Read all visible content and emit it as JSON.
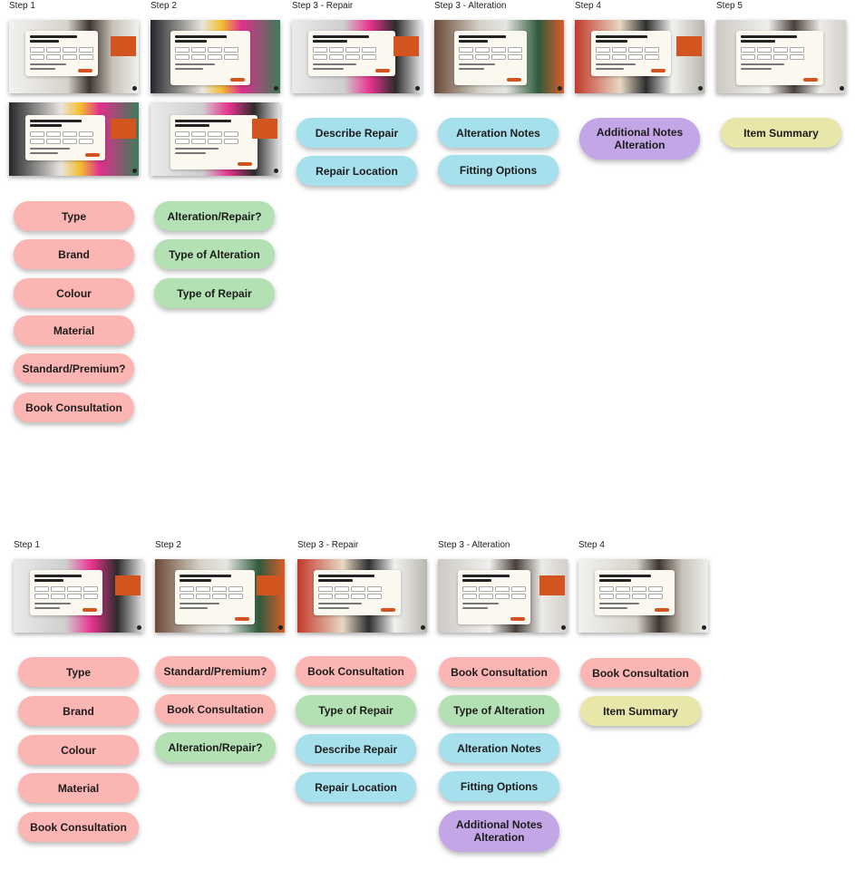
{
  "colors": {
    "pink": "#fbb5b3",
    "green": "#b4e1b3",
    "blue": "#a6e0ec",
    "purple": "#c3a6e6",
    "yellow": "#e8e6a9",
    "accent": "#d2541f",
    "card": "#fbf8ef"
  },
  "flows": [
    {
      "columns": [
        {
          "label": "Step 1",
          "pills": [
            {
              "text": "Type",
              "color": "pink"
            },
            {
              "text": "Brand",
              "color": "pink"
            },
            {
              "text": "Colour",
              "color": "pink"
            },
            {
              "text": "Material",
              "color": "pink"
            },
            {
              "text": "Standard/Premium?",
              "color": "pink"
            },
            {
              "text": "Book Consultation",
              "color": "pink"
            }
          ]
        },
        {
          "label": "Step 2",
          "pills": [
            {
              "text": "Alteration/Repair?",
              "color": "green"
            },
            {
              "text": "Type of Alteration",
              "color": "green"
            },
            {
              "text": "Type of Repair",
              "color": "green"
            }
          ]
        },
        {
          "label": "Step 3 - Repair",
          "pills": [
            {
              "text": "Describe Repair",
              "color": "blue"
            },
            {
              "text": "Repair Location",
              "color": "blue"
            }
          ]
        },
        {
          "label": "Step 3 - Alteration",
          "pills": [
            {
              "text": "Alteration Notes",
              "color": "blue"
            },
            {
              "text": "Fitting Options",
              "color": "blue"
            }
          ]
        },
        {
          "label": "Step 4",
          "pills": [
            {
              "text": "Additional Notes Alteration",
              "color": "purple"
            }
          ]
        },
        {
          "label": "Step 5",
          "pills": [
            {
              "text": "Item Summary",
              "color": "yellow"
            }
          ]
        }
      ]
    },
    {
      "columns": [
        {
          "label": "Step 1",
          "pills": [
            {
              "text": "Type",
              "color": "pink"
            },
            {
              "text": "Brand",
              "color": "pink"
            },
            {
              "text": "Colour",
              "color": "pink"
            },
            {
              "text": "Material",
              "color": "pink"
            },
            {
              "text": "Book Consultation",
              "color": "pink"
            }
          ]
        },
        {
          "label": "Step 2",
          "pills": [
            {
              "text": "Standard/Premium?",
              "color": "pink"
            },
            {
              "text": "Book Consultation",
              "color": "pink"
            },
            {
              "text": "Alteration/Repair?",
              "color": "green"
            }
          ]
        },
        {
          "label": "Step 3 - Repair",
          "pills": [
            {
              "text": "Book Consultation",
              "color": "pink"
            },
            {
              "text": "Type of Repair",
              "color": "green"
            },
            {
              "text": "Describe Repair",
              "color": "blue"
            },
            {
              "text": "Repair Location",
              "color": "blue"
            }
          ]
        },
        {
          "label": "Step 3 - Alteration",
          "pills": [
            {
              "text": "Book Consultation",
              "color": "pink"
            },
            {
              "text": "Type of Alteration",
              "color": "green"
            },
            {
              "text": "Alteration Notes",
              "color": "blue"
            },
            {
              "text": "Fitting Options",
              "color": "blue"
            },
            {
              "text": "Additional Notes Alteration",
              "color": "purple"
            }
          ]
        },
        {
          "label": "Step 4",
          "pills": [
            {
              "text": "Book Consultation",
              "color": "pink"
            },
            {
              "text": "Item Summary",
              "color": "yellow"
            }
          ]
        }
      ]
    }
  ]
}
